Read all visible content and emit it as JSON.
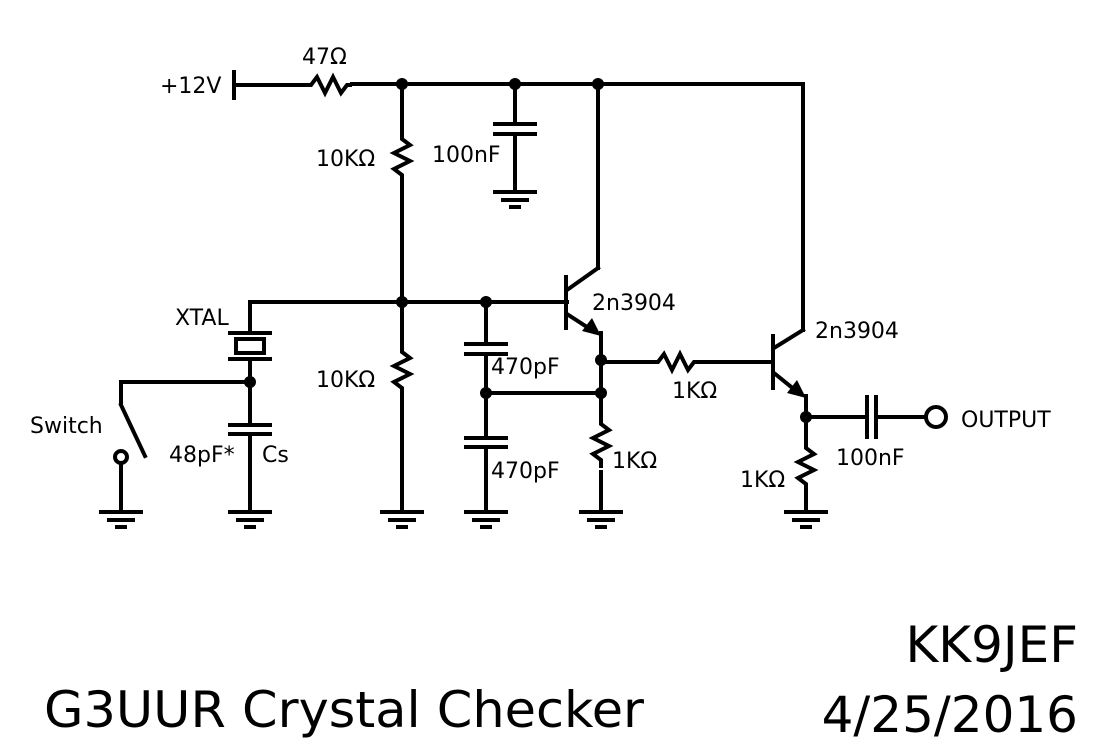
{
  "title": "G3UUR Crystal Checker",
  "author": "KK9JEF",
  "date": "4/25/2016",
  "colors": {
    "ink": "#000000",
    "background": "#ffffff"
  },
  "labels": {
    "supply": "+12V",
    "r_supply": "47Ω",
    "r_bias_top": "10KΩ",
    "c_decouple": "100nF",
    "r_bias_bottom": "10KΩ",
    "crystal": "XTAL",
    "switch": "Switch",
    "cs_value": "48pF*",
    "cs_name": "Cs",
    "c_feedback_top": "470pF",
    "c_feedback_bottom": "470pF",
    "q1": "2n3904",
    "r_emitter1": "1KΩ",
    "r_coupling": "1KΩ",
    "q2": "2n3904",
    "r_emitter2": "1KΩ",
    "c_output": "100nF",
    "output": "OUTPUT"
  }
}
